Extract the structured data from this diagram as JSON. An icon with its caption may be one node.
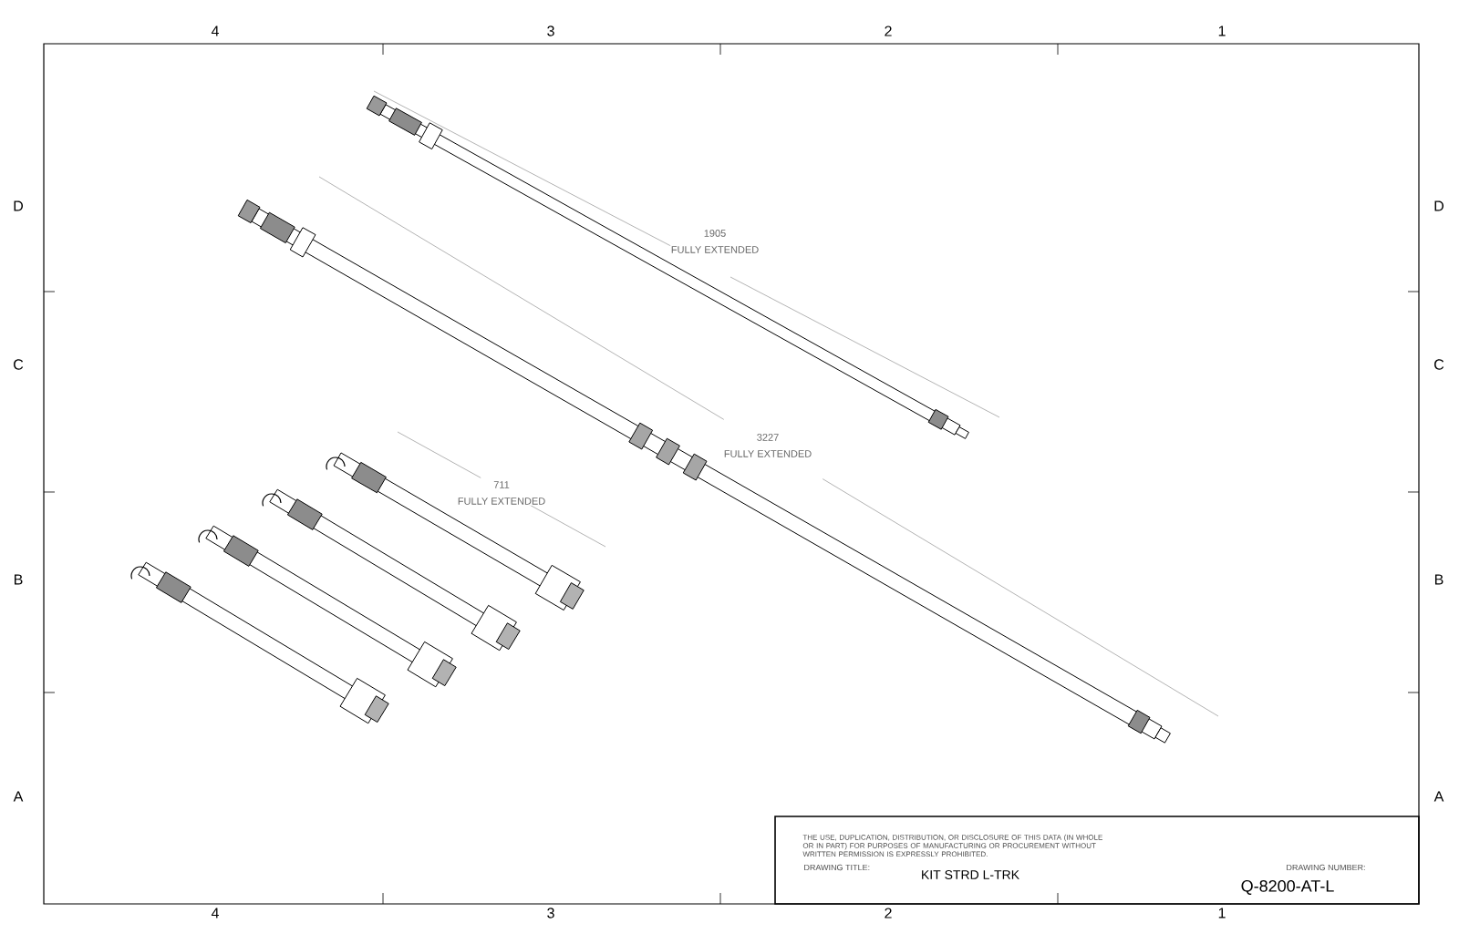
{
  "diagram": {
    "title": "KIT STRD L-TRK",
    "labels": [
      "4",
      "3",
      "2",
      "1",
      "D",
      "D",
      "1905",
      "FULLY EXTENDED",
      "C",
      "C",
      "3227",
      "FULLY EXTENDED",
      "711",
      "FULLY EXTENDED",
      "B",
      "B",
      "A",
      "A",
      "THE USE, DUPLICATION, DISTRIBUTION, OR DISCLOSURE OF THIS DATA (IN WHOLE OR IN PART) FOR PURPOSES OF MANUFACTURING OR PROCUREMENT WITHOUT WRITTEN PERMISSION IS EXPRESSLY PROHIBITED.",
      "DRAWING TITLE:",
      "DRAWING NUMBER:",
      "Q-8200-AT-L",
      "4",
      "3",
      "2",
      "1"
    ]
  }
}
